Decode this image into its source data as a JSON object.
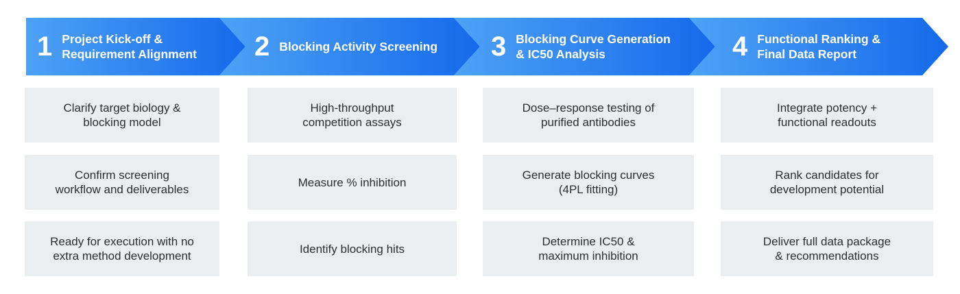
{
  "colors": {
    "arrow_gradient_start": "#4ea2f6",
    "arrow_gradient_end": "#1669ea",
    "card_background": "#ebeef1",
    "card_text": "#2e2e2e",
    "header_text": "#ffffff"
  },
  "steps": [
    {
      "number": "1",
      "title": "Project Kick-off &\nRequirement Alignment",
      "items": [
        "Clarify target biology &\nblocking model",
        "Confirm screening\nworkflow and deliverables",
        "Ready for execution with no\nextra method development"
      ]
    },
    {
      "number": "2",
      "title": "Blocking Activity Screening",
      "items": [
        "High-throughput\ncompetition assays",
        "Measure % inhibition",
        "Identify blocking hits"
      ]
    },
    {
      "number": "3",
      "title": "Blocking Curve Generation\n& IC50 Analysis",
      "items": [
        "Dose–response testing of\npurified antibodies",
        "Generate blocking curves\n(4PL fitting)",
        "Determine IC50 &\nmaximum inhibition"
      ]
    },
    {
      "number": "4",
      "title": "Functional Ranking &\nFinal Data Report",
      "items": [
        "Integrate potency +\nfunctional readouts",
        "Rank candidates for\ndevelopment potential",
        "Deliver full data package\n& recommendations"
      ]
    }
  ]
}
